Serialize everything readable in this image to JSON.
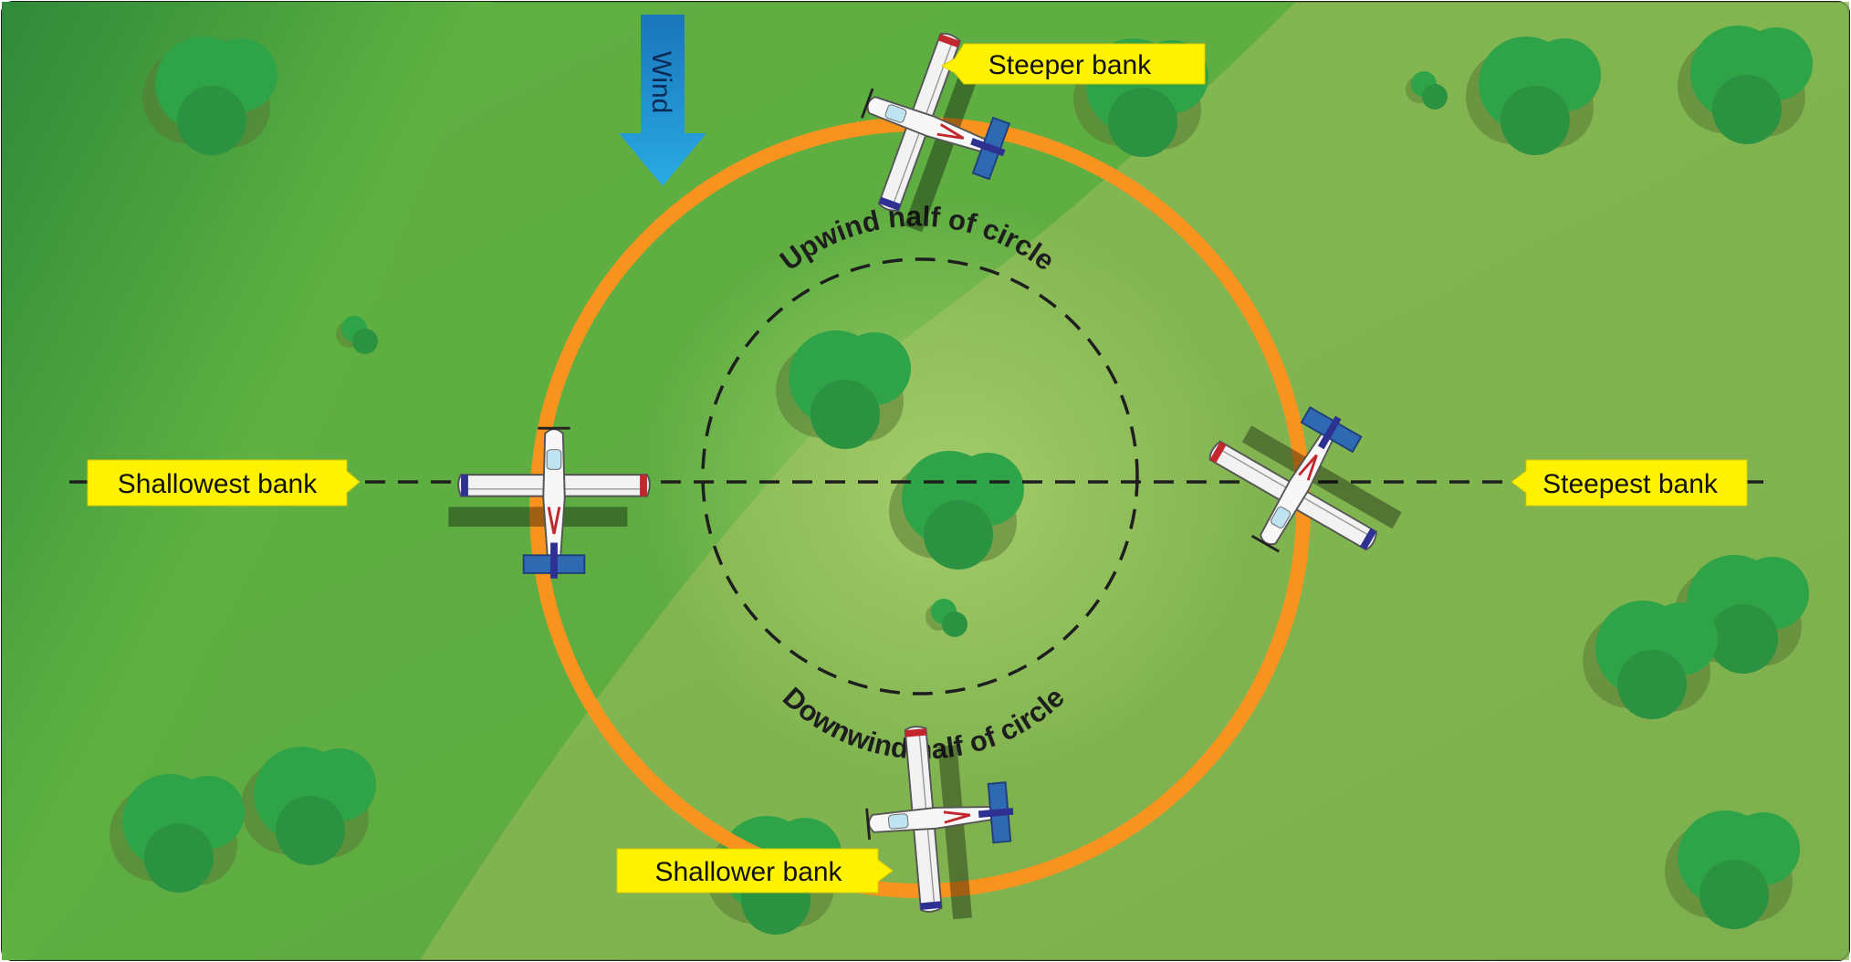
{
  "labels": {
    "wind": "Wind",
    "steeper": "Steeper bank",
    "shallowest": "Shallowest bank",
    "steepest": "Steepest bank",
    "shallower": "Shallower bank",
    "upwind_half": "Upwind half of circle",
    "downwind_half": "Downwind half of circle"
  },
  "colors": {
    "ground_dark": "#4e9a3a",
    "ground_mid": "#6cb84a",
    "ground_light": "#8fc063",
    "circle_path": "#f7931e",
    "label_bg": "#fff200",
    "wind_arrow": "#29abe2",
    "tree": "#2ea347",
    "airplane_accent": "#2e3192"
  },
  "icons": [
    "wind-arrow-icon",
    "airplane-icon",
    "tree-icon"
  ]
}
